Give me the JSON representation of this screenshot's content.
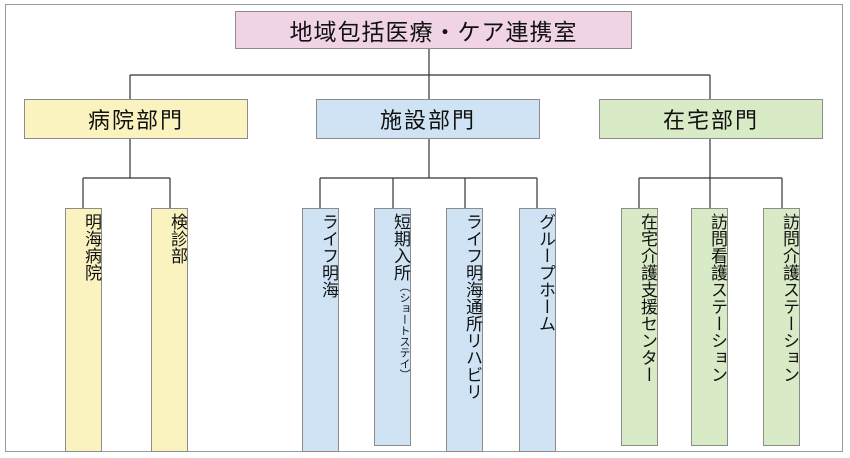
{
  "root": {
    "label": "地域包括医療・ケア連携室",
    "color": "#f0d4e6"
  },
  "departments": [
    {
      "label": "病院部門",
      "color": "#fbf3bf",
      "units": [
        {
          "label": "明海病院",
          "note": ""
        },
        {
          "label": "検診部",
          "note": ""
        }
      ]
    },
    {
      "label": "施設部門",
      "color": "#cfe3f4",
      "units": [
        {
          "label": "ライフ明海",
          "note": ""
        },
        {
          "label": "短期入所",
          "note": "（ショートステイ）"
        },
        {
          "label": "ライフ明海通所リハビリ",
          "note": ""
        },
        {
          "label": "グループホーム",
          "note": ""
        }
      ]
    },
    {
      "label": "在宅部門",
      "color": "#d9eac6",
      "units": [
        {
          "label": "在宅介護支援センター",
          "note": ""
        },
        {
          "label": "訪問看護ステーション",
          "note": ""
        },
        {
          "label": "訪問介護ステーション",
          "note": ""
        }
      ]
    }
  ],
  "line_color": "#333333"
}
